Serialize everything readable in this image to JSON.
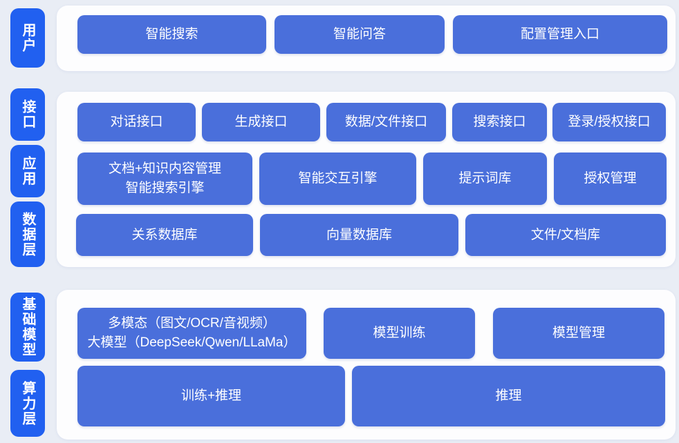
{
  "colors": {
    "page_bg": "#e9edf5",
    "panel_bg": "#fdfdfe",
    "label_bg": "#2160f0",
    "node_bg": "#4a6fdb",
    "node_text": "#ffffff"
  },
  "diagram": {
    "sections": [
      {
        "name": "user-layer",
        "labels": [
          {
            "text": "用户"
          }
        ],
        "rows": [
          {
            "buttons": [
              {
                "text": "智能搜索"
              },
              {
                "text": "智能问答"
              },
              {
                "text": "配置管理入口"
              }
            ]
          }
        ]
      },
      {
        "name": "interface-application-data-layers",
        "labels": [
          {
            "text": "接口"
          },
          {
            "text": "应用"
          },
          {
            "text": "数据层"
          }
        ],
        "rows": [
          {
            "buttons": [
              {
                "text": "对话接口"
              },
              {
                "text": "生成接口"
              },
              {
                "text": "数据/文件接口"
              },
              {
                "text": "搜索接口"
              },
              {
                "text": "登录/授权接口"
              }
            ]
          },
          {
            "buttons": [
              {
                "line1": "文档+知识内容管理",
                "line2": "智能搜索引擎"
              },
              {
                "text": "智能交互引擎"
              },
              {
                "text": "提示词库"
              },
              {
                "text": "授权管理"
              }
            ]
          },
          {
            "buttons": [
              {
                "text": "关系数据库"
              },
              {
                "text": "向量数据库"
              },
              {
                "text": "文件/文档库"
              }
            ]
          }
        ]
      },
      {
        "name": "foundation-model-compute-layers",
        "labels": [
          {
            "text": "基础模型"
          },
          {
            "text": "算力层"
          }
        ],
        "rows": [
          {
            "buttons": [
              {
                "line1": "多模态（图文/OCR/音视频）",
                "line2": "大模型（DeepSeek/Qwen/LLaMa）"
              },
              {
                "text": "模型训练"
              },
              {
                "text": "模型管理"
              }
            ]
          },
          {
            "buttons": [
              {
                "text": "训练+推理"
              },
              {
                "text": "推理"
              }
            ]
          }
        ]
      }
    ]
  }
}
